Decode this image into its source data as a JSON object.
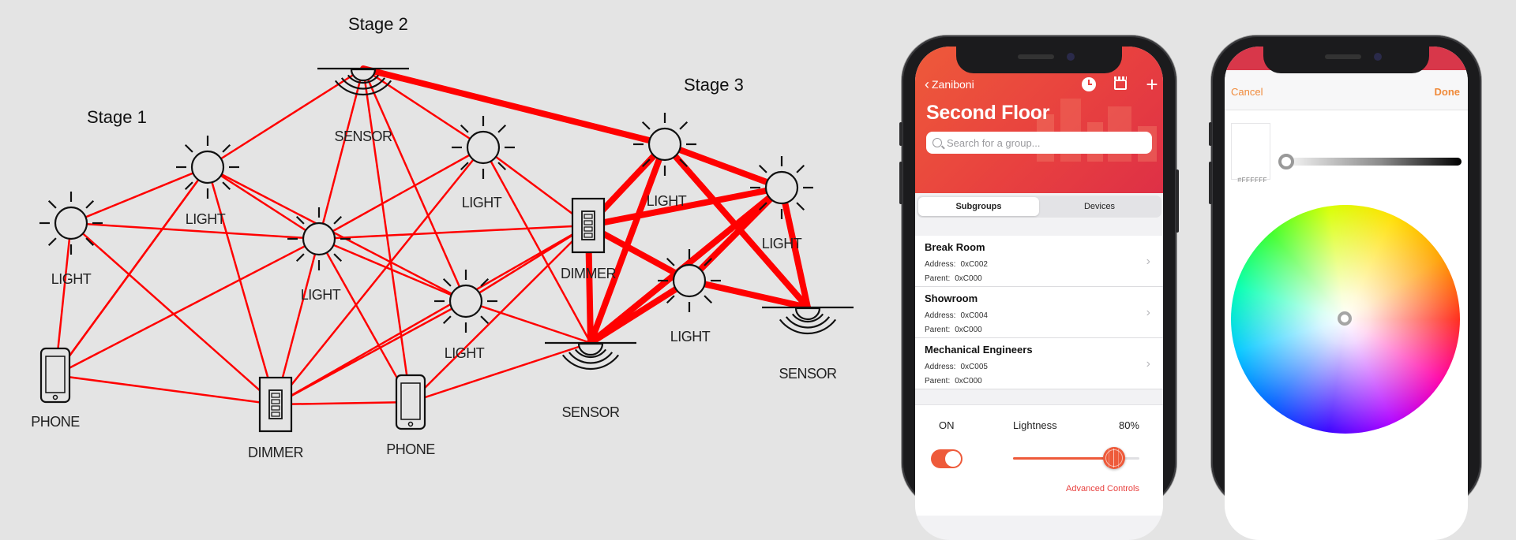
{
  "diagram": {
    "stages": [
      "Stage 1",
      "Stage 2",
      "Stage 3"
    ],
    "node_labels": {
      "light": "LIGHT",
      "sensor": "SENSOR",
      "dimmer": "DIMMER",
      "phone": "PHONE"
    },
    "colors": {
      "link": "#ff0000",
      "stroke": "#111111"
    }
  },
  "app": {
    "back_label": "Zaniboni",
    "title": "Second Floor",
    "search_placeholder": "Search for a group...",
    "tabs": [
      "Subgroups",
      "Devices"
    ],
    "groups": [
      {
        "name": "Break Room",
        "address_label": "Address:",
        "address": "0xC002",
        "parent_label": "Parent:",
        "parent": "0xC000"
      },
      {
        "name": "Showroom",
        "address_label": "Address:",
        "address": "0xC004",
        "parent_label": "Parent:",
        "parent": "0xC000"
      },
      {
        "name": "Mechanical Engineers",
        "address_label": "Address:",
        "address": "0xC005",
        "parent_label": "Parent:",
        "parent": "0xC000"
      }
    ],
    "controls": {
      "on_label": "ON",
      "on": true,
      "lightness_label": "Lightness",
      "lightness_value": "80%",
      "lightness": 0.8,
      "advanced_label": "Advanced Controls"
    },
    "accent": "#e8413f"
  },
  "color_picker": {
    "cancel_label": "Cancel",
    "done_label": "Done",
    "hex": "#FFFFFF",
    "accent": "#f08a3a"
  }
}
